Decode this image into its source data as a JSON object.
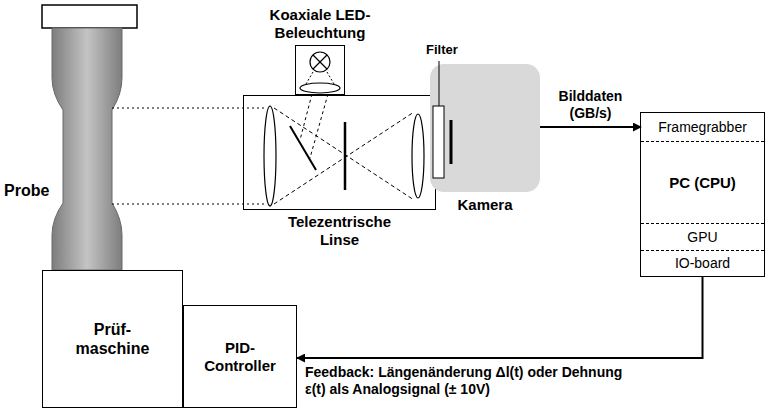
{
  "diagram": {
    "nodes": [
      {
        "text": [
          "Koaxiale LED-Beleuchtung"
        ]
      },
      {
        "text": [
          "Telezentrische Linse"
        ]
      },
      {
        "text": [
          "Kamera"
        ]
      },
      {
        "text": []
      },
      {
        "text": [
          "Framegrabber"
        ],
        "in": 3
      },
      {
        "text": [
          "PC (CPU)"
        ],
        "in": 3
      },
      {
        "text": [
          "GPU"
        ],
        "in": 3
      },
      {
        "text": [
          "IO-board"
        ],
        "in": 3
      },
      {
        "text": [
          "Prüf- maschine"
        ]
      },
      {
        "text": [
          "PID-Controller"
        ]
      }
    ],
    "edges": [
      {
        "from": 2,
        "to": 4,
        "label": "Bilddaten (GB/s)",
        "arrow": "to"
      },
      {
        "from": 7,
        "to": 9,
        "label": "Feedback: Längenänderung Δl(t) oder Dehnung ε(t) als Analogsignal (± 10V)",
        "arrow": "to"
      }
    ],
    "labels": [
      "Probe",
      "Filter"
    ]
  }
}
